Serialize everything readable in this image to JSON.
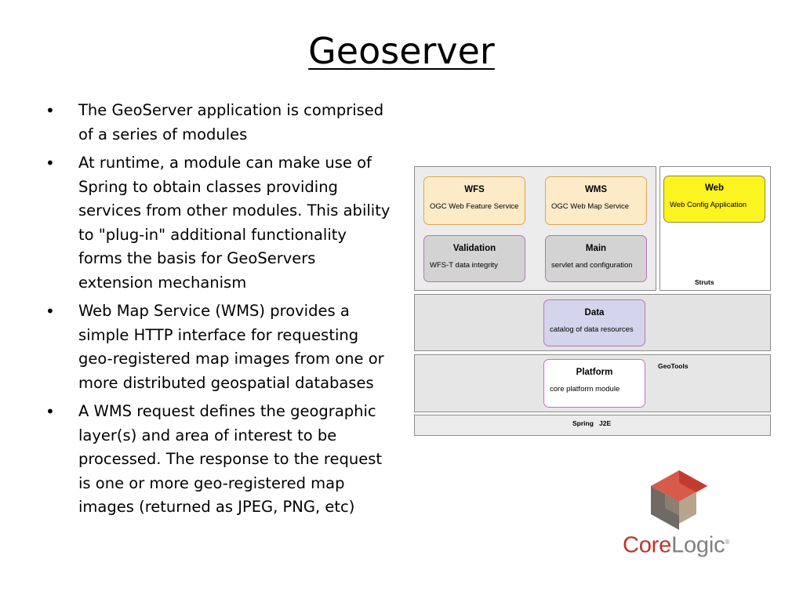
{
  "slide": {
    "title": "Geoserver",
    "bullets": [
      "The GeoServer application is comprised of a series of modules",
      "At runtime, a module can make use of Spring to obtain classes providing services from other modules. This ability to \"plug-in\" additional functionality forms the basis for GeoServers extension mechanism",
      "Web Map Service (WMS) provides a simple HTTP interface for requesting geo-registered map images from one or more distributed geospatial databases",
      "A WMS request defines the geographic layer(s) and area of interest to be processed. The response to the request is one or more geo-registered map images (returned as JPEG, PNG, etc)"
    ]
  },
  "diagram": {
    "modules": {
      "wfs": {
        "title": "WFS",
        "desc": "OGC Web Feature Service"
      },
      "wms": {
        "title": "WMS",
        "desc": "OGC Web Map Service"
      },
      "validation": {
        "title": "Validation",
        "desc": "WFS-T data integrity"
      },
      "main": {
        "title": "Main",
        "desc": "servlet and configuration"
      },
      "web": {
        "title": "Web",
        "desc": "Web Config Application"
      },
      "data": {
        "title": "Data",
        "desc": "catalog of data resources"
      },
      "platform": {
        "title": "Platform",
        "desc": "core platform module"
      }
    },
    "layers": {
      "struts": "Struts",
      "geotools": "GeoTools",
      "spring": "Spring   J2E"
    },
    "colors": {
      "service_fill": "#fdebc8",
      "web_fill": "#fcf41e",
      "data_fill": "#d4d4ec"
    }
  },
  "logo": {
    "word_core": "Core",
    "word_logic": "Logic",
    "registered": "®",
    "colors": {
      "red": "#b9352b",
      "gray": "#7f7f7f"
    }
  }
}
